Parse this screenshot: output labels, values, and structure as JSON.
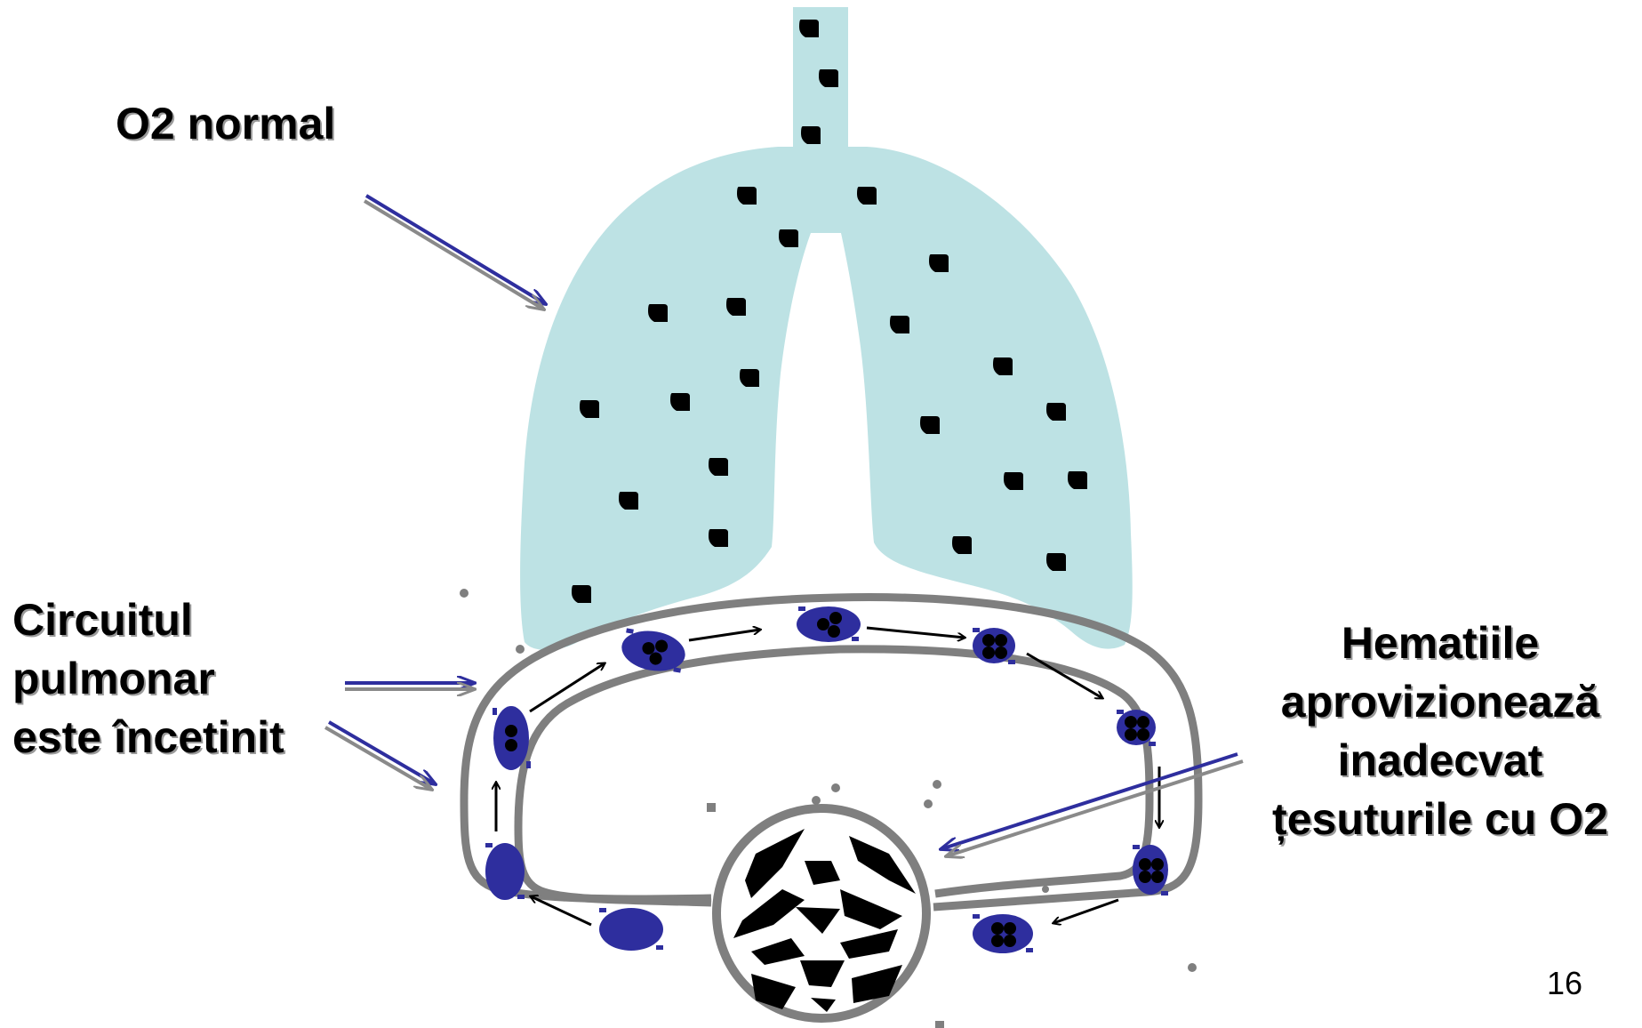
{
  "labels": {
    "o2_normal": "O2 normal",
    "left": [
      "Circuitul",
      "pulmonar",
      "este încetinit"
    ],
    "right": [
      "Hematiile",
      "aprovizionează",
      "inadecvat",
      "țesuturile cu O2"
    ]
  },
  "page_number": "16",
  "colors": {
    "lung": "#bde2e4",
    "vessel": "#7f7f7f",
    "cell": "#2e2e9e",
    "pointer_blue": "#2e2e9e",
    "pointer_gray": "#8a8a8a",
    "molecule": "#000000"
  }
}
